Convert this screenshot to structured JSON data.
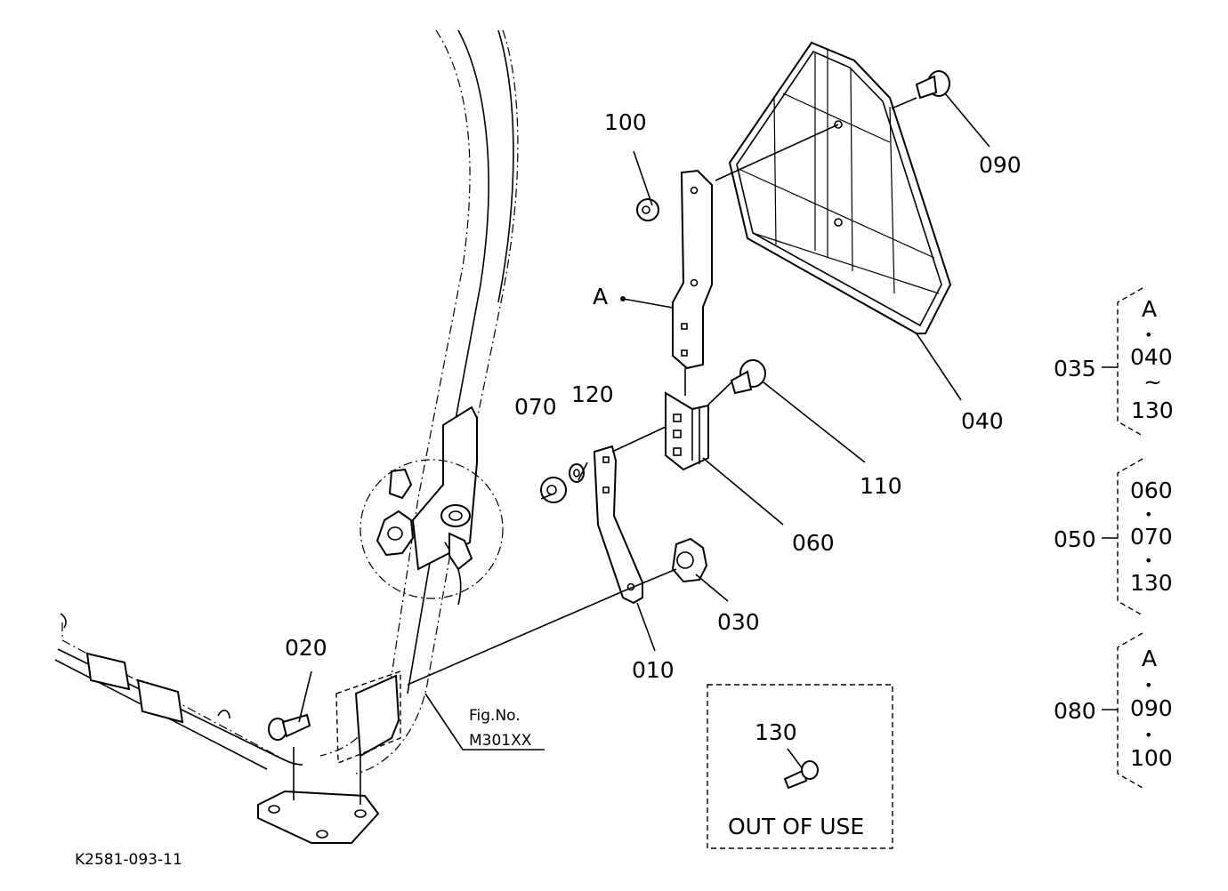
{
  "diagram": {
    "callouts": [
      {
        "id": "p100",
        "text": "100"
      },
      {
        "id": "p090",
        "text": "090"
      },
      {
        "id": "pA",
        "text": "A"
      },
      {
        "id": "p070",
        "text": "070"
      },
      {
        "id": "p120",
        "text": "120"
      },
      {
        "id": "p110",
        "text": "110"
      },
      {
        "id": "p040",
        "text": "040"
      },
      {
        "id": "p060",
        "text": "060"
      },
      {
        "id": "p030",
        "text": "030"
      },
      {
        "id": "p010",
        "text": "010"
      },
      {
        "id": "p020",
        "text": "020"
      },
      {
        "id": "p130",
        "text": "130"
      }
    ],
    "figure_ref": {
      "line1": "Fig.No.",
      "line2": "M301XX"
    },
    "out_of_use": {
      "part": "130",
      "label": "OUT OF USE"
    },
    "groups": [
      {
        "id": "g035",
        "number": "035",
        "items": [
          "A",
          "•",
          "040",
          "~",
          "130"
        ]
      },
      {
        "id": "g050",
        "number": "050",
        "items": [
          "060",
          "•",
          "070",
          "•",
          "130"
        ]
      },
      {
        "id": "g080",
        "number": "080",
        "items": [
          "A",
          "•",
          "090",
          "•",
          "100"
        ]
      }
    ],
    "drawing_code": "K2581-093-11"
  }
}
